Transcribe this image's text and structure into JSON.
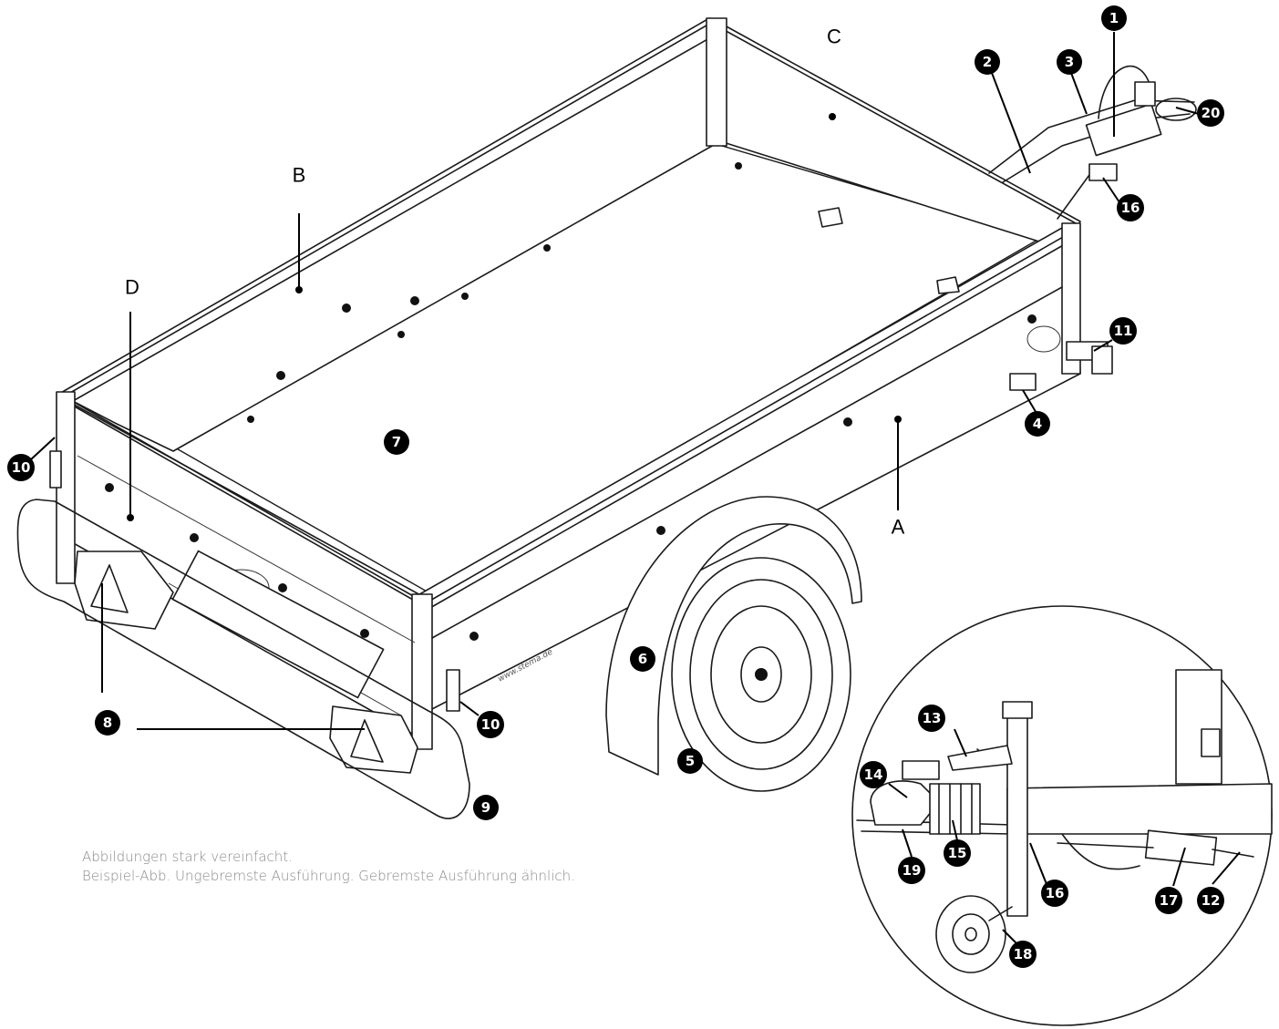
{
  "letters": [
    "A",
    "B",
    "C",
    "D"
  ],
  "badges": [
    "1",
    "2",
    "3",
    "4",
    "5",
    "6",
    "7",
    "8",
    "9",
    "10",
    "10",
    "11",
    "12",
    "13",
    "14",
    "15",
    "16",
    "16",
    "17",
    "18",
    "19",
    "20"
  ],
  "side_text": "www.stema.de",
  "caption": {
    "line1": "Abbildungen stark vereinfacht.",
    "line2": "Beispiel-Abb. Ungebremste Ausführung. Gebremste Ausführung ähnlich."
  }
}
